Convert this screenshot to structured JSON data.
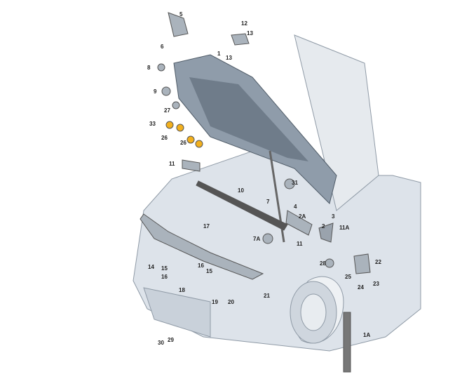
{
  "diagram": {
    "highlight_color": "#f2b01e",
    "body_color": "#d9e0e8",
    "labels": [
      "5",
      "12",
      "13",
      "6",
      "1",
      "13",
      "8",
      "9",
      "27",
      "33",
      "26",
      "26",
      "11",
      "10",
      "31",
      "7",
      "4",
      "2A",
      "3",
      "2",
      "11A",
      "17",
      "7A",
      "11",
      "14",
      "15",
      "16",
      "16",
      "15",
      "28",
      "22",
      "25",
      "24",
      "23",
      "18",
      "19",
      "20",
      "21",
      "30",
      "29",
      "1A"
    ]
  }
}
